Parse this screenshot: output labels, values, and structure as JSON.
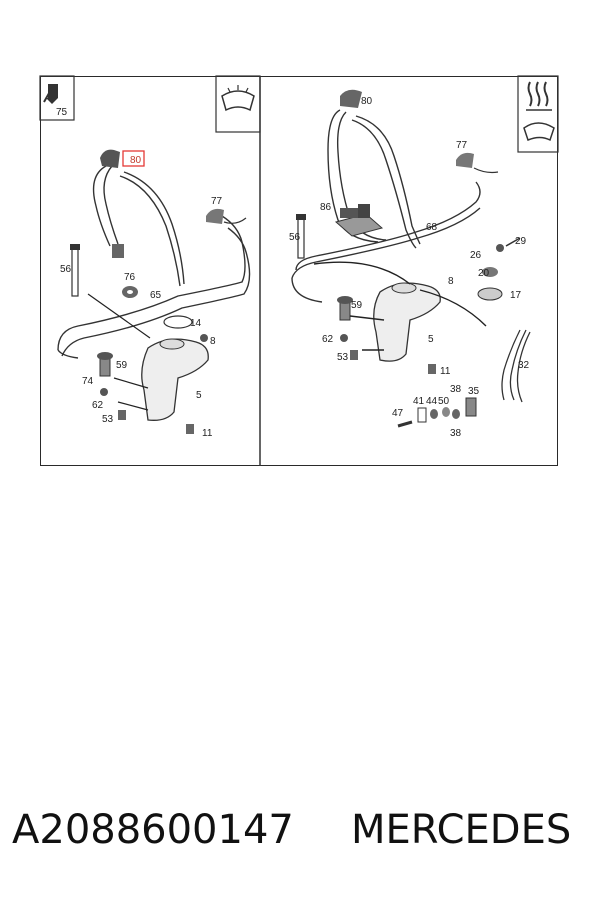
{
  "diagram": {
    "left_panel": {
      "corner_labels": [
        "75"
      ],
      "callouts": [
        "80",
        "77",
        "56",
        "76",
        "65",
        "14",
        "8",
        "59",
        "74",
        "62",
        "53",
        "5",
        "11"
      ],
      "highlighted_callout": "80"
    },
    "right_panel": {
      "callouts": [
        "80",
        "77",
        "86",
        "68",
        "56",
        "29",
        "26",
        "20",
        "8",
        "17",
        "59",
        "62",
        "53",
        "5",
        "11",
        "32",
        "38",
        "35",
        "41",
        "44",
        "50",
        "47",
        "38"
      ]
    },
    "colors": {
      "highlight": "#e53935",
      "line": "#222222"
    }
  },
  "caption": {
    "part_number": "A2088600147",
    "brand": "MERCEDES"
  }
}
